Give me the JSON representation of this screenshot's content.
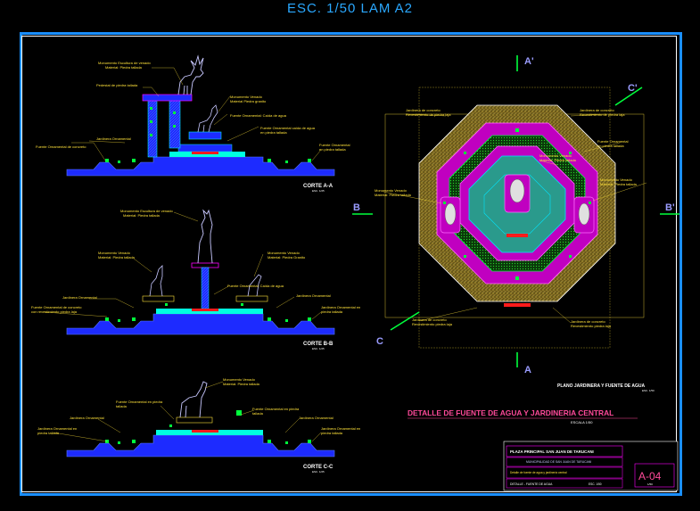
{
  "scale_title": "ESC. 1/50 LAM A2",
  "sections": {
    "aa": "CORTE A-A",
    "bb": "CORTE B-B",
    "cc": "CORTE C-C",
    "esc": "ESC. 1/25"
  },
  "axes": {
    "a": "A",
    "a_prime": "A'",
    "b": "B",
    "b_prime": "B'",
    "c": "C",
    "c_prime": "C'"
  },
  "labels": {
    "aa_1": "Monumento Escultura de venado",
    "aa_1b": "Material: Piedra tallada",
    "aa_2": "Pedestal de piedra tallada",
    "aa_3": "Monumento Venado",
    "aa_3b": "Material Piedra granito",
    "aa_4": "Fuente Ornamental: Caída de agua",
    "aa_5": "Jardinera Ornamental",
    "aa_6": "Fuente Ornamental caída de agua",
    "aa_6b": "en piedra tallada",
    "aa_7": "Fuente Ornamental de concreto",
    "aa_8": "Fuente Ornamental",
    "aa_8b": "en piedra tallada",
    "bb_1": "Monumento Escultura de venado",
    "bb_1b": "Material: Piedra tallada",
    "bb_2": "Monumento Venado",
    "bb_2b": "Material: Piedra tallada",
    "bb_3": "Monumento Venado",
    "bb_3b": "Material: Piedra Granito",
    "bb_4": "Fuente Ornamental: Caída de agua",
    "bb_5": "Jardinera Ornamental",
    "bb_6": "Jardinera Ornamental",
    "bb_7": "Fuente Ornamental de concreto",
    "bb_7b": "con revestimiento piedra laja",
    "bb_8": "Jardinera Ornamental en",
    "bb_8b": "piedra tallada",
    "cc_1": "Monumento Venado",
    "cc_1b": "Material: Piedra tallada",
    "cc_2": "Fuente Ornamental en piedra",
    "cc_2b": "tallada",
    "cc_3": "Fuente Ornamental en piedra",
    "cc_3b": "tallada",
    "cc_4": "Jardinera Ornamental",
    "cc_5": "Jardinera Ornamental",
    "cc_6": "Jardinera Ornamental en",
    "cc_6b": "piedra tallada",
    "cc_7": "Jardinera Ornamental en",
    "cc_7b": "piedra tallada",
    "pl_1": "Jardinera de concreto",
    "pl_1b": "Revestimiento de piedra laja",
    "pl_2": "Jardinera de concreto",
    "pl_2b": "Revestimiento de piedra laja",
    "pl_3": "Fuente Ornamental",
    "pl_3b": "en piedra tallada",
    "pl_4": "Monumento Venado",
    "pl_4b": "Material: Piedra tallada",
    "pl_5": "Monumento Venado",
    "pl_5b": "Material: Piedra tallada",
    "pl_6": "Monumento Venado",
    "pl_6b": "Material: Piedra tallada",
    "pl_7": "Jardinera de concreto",
    "pl_7b": "Revestimiento piedra laja",
    "pl_8": "Jardinera de concreto",
    "pl_8b": "Revestimiento piedra laja"
  },
  "plan_title": "PLANO JARDINERA Y FUENTE DE AGUA",
  "plan_scale": "ESC. 1/50",
  "main_title": "DETALLE DE FUENTE DE AGUA Y JARDINERIA CENTRAL",
  "main_scale": "ESCALA  1/50",
  "title_block": {
    "project": "PLAZA PRINCIPAL SAN JUAN DE TARUCANI",
    "entity": "MUNICIPALIDAD DE SAN JUAN DE TARUCANI",
    "subtitle": "Detalle de fuente de agua y jardinería central",
    "detail": "DETALLE - FUENTE DE AGUA",
    "scale": "ESC. 1/50",
    "sheet": "A-04",
    "sheet_sub": "1/50"
  },
  "colors": {
    "frame": "#1a8fff",
    "blue_fill": "#1d2bff",
    "cyan": "#00e5ff",
    "magenta": "#ff00ff",
    "green": "#00ff3c",
    "yellow": "#ffe23a",
    "teal": "#2a9a8c"
  }
}
